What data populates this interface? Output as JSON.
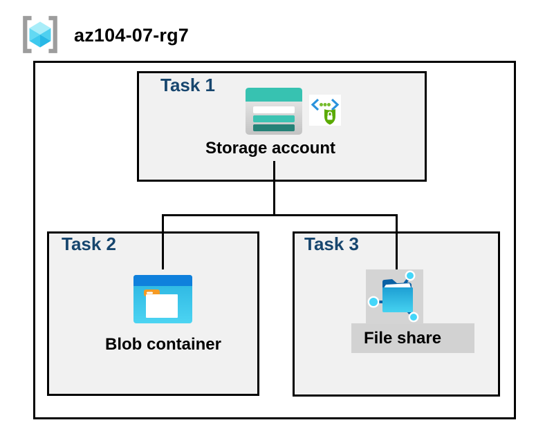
{
  "resource_group": {
    "name": "az104-07-rg7",
    "icon": "resource-group-icon"
  },
  "tasks": [
    {
      "label": "Task 1",
      "item": "Storage account",
      "icons": [
        "storage-account-icon",
        "secure-access-icon"
      ]
    },
    {
      "label": "Task 2",
      "item": "Blob container",
      "icons": [
        "blob-container-icon"
      ]
    },
    {
      "label": "Task 3",
      "item": "File share",
      "icons": [
        "file-share-icon"
      ]
    }
  ],
  "connections": [
    {
      "from": "Storage account",
      "to": "Blob container"
    },
    {
      "from": "Storage account",
      "to": "File share"
    }
  ],
  "colors": {
    "task_label_blue": "#17466e",
    "box_fill_gray": "#f1f1f1",
    "box_border": "#000000",
    "storage_teal": "#37c2b1",
    "storage_teal_dark": "#258277",
    "container_band_blue": "#0f80dc",
    "container_cyan": "#35c4e9",
    "folder_tab_orange": "#f59a23",
    "fileshare_bg_gray": "#d4d4d4",
    "label_strip_gray": "#d2d2d2",
    "fileshare_dark_blue": "#0b61a4",
    "node_cyan": "#44d6f9",
    "shield_green": "#5aaa00",
    "dots_green": "#76bc2d",
    "chevron_blue": "#2a93dc",
    "cube_cyan_light": "#a9edf9",
    "bracket_gray": "#9d9d9d"
  }
}
